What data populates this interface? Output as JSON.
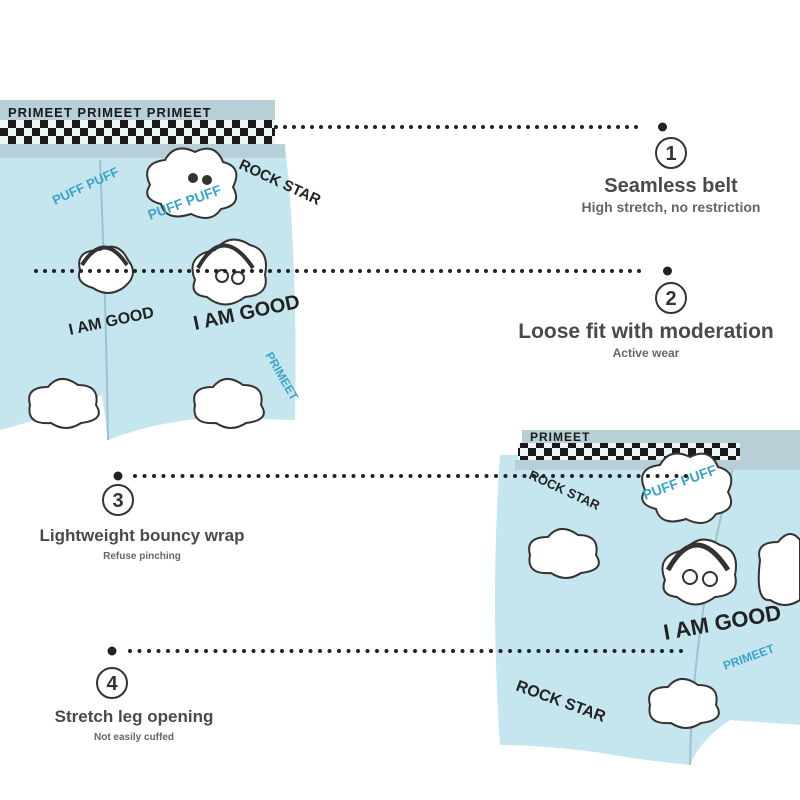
{
  "features": [
    {
      "number": "1",
      "title": "Seamless belt",
      "subtitle": "High stretch, no restriction"
    },
    {
      "number": "2",
      "title": "Loose fit with moderation",
      "subtitle": "Active wear"
    },
    {
      "number": "3",
      "title": "Lightweight bouncy wrap",
      "subtitle": "Refuse pinching"
    },
    {
      "number": "4",
      "title": "Stretch leg opening",
      "subtitle": "Not easily cuffed"
    }
  ],
  "product": {
    "brand_top": "PRIMEET PRIMEET PRIMEET",
    "brand_bottom": "PRIMEET",
    "print_texts": [
      "I AM GOOD",
      "ROCK STAR",
      "PRIMEET",
      "PUFF PUFF"
    ]
  },
  "colors": {
    "fabric": "#c6e6ef",
    "waistband": "#b7cfd6",
    "dots": "#222222",
    "title": "#4a4a4a",
    "subtitle": "#666666"
  }
}
